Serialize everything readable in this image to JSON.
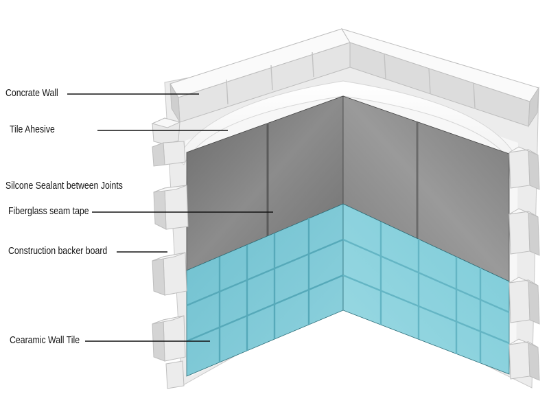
{
  "labels": {
    "concrete_wall": "Concrate Wall",
    "tile_adhesive": "Tile Ahesive",
    "silicone_sealant": "Silcone Sealant between Joints",
    "fiberglass_tape": "Fiberglass seam tape",
    "backer_board": "Construction backer board",
    "ceramic_tile": "Cearamic Wall Tile"
  },
  "colors": {
    "block_top": "#f4f4f4",
    "block_front": "#e6e6e6",
    "block_side": "#d2d2d2",
    "backer_left": "#7c7c7c",
    "backer_right": "#888888",
    "tile_left": "#7fc9d6",
    "tile_right": "#8fd3df",
    "grout": "#5fb2c2"
  }
}
